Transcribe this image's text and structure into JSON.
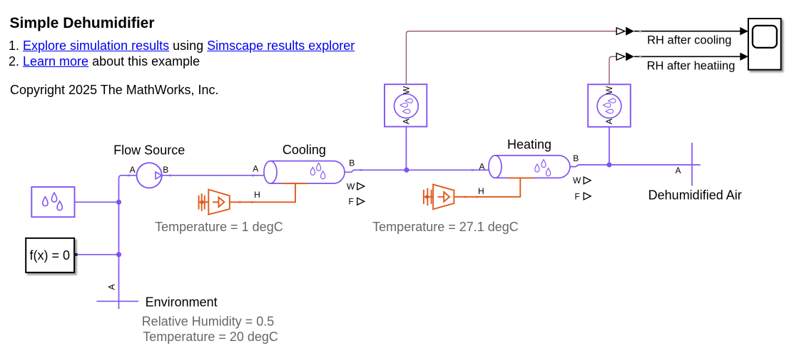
{
  "header": {
    "title": "Simple Dehumidifier",
    "item1_num": "1. ",
    "item1_link1": "Explore simulation results",
    "item1_mid": " using ",
    "item1_link2": "Simscape results explorer",
    "item2_num": "2. ",
    "item2_link": "Learn more",
    "item2_rest": " about this example",
    "copyright": "Copyright 2025 The MathWorks, Inc."
  },
  "colors": {
    "moist_air": "#8054F0",
    "thermal": "#E05A1C",
    "physical_signal": "#92555B",
    "signal_black": "#000000",
    "link_blue": "#0000EE",
    "annotation_gray": "#666666"
  },
  "diagram": {
    "flow_source": {
      "label": "Flow Source",
      "port_a": "A",
      "port_b": "B"
    },
    "cooling_pipe": {
      "label": "Cooling",
      "port_a": "A",
      "port_b": "B",
      "port_w": "W",
      "port_f": "F",
      "annotation": "Temperature = 1 degC"
    },
    "heating_pipe": {
      "label": "Heating",
      "port_a": "A",
      "port_b": "B",
      "port_w": "W",
      "port_f": "F",
      "annotation": "Temperature = 27.1 degC"
    },
    "cooler_source": {
      "port_h": "H"
    },
    "heater_source": {
      "port_h": "H"
    },
    "solver": {
      "label": "f(x) = 0"
    },
    "sensor_cooling": {
      "port_w": "W",
      "port_a": "A"
    },
    "sensor_heating": {
      "port_w": "W",
      "port_a": "A"
    },
    "environment_port": {
      "label": "Environment",
      "port_a": "A",
      "annotation1": "Relative Humidity = 0.5",
      "annotation2": "Temperature = 20 degC"
    },
    "outlet_port": {
      "label": "Dehumidified Air",
      "port_a": "A"
    },
    "signals": {
      "rh_after_cooling": "RH after cooling",
      "rh_after_heating": "RH after heatiing"
    }
  }
}
